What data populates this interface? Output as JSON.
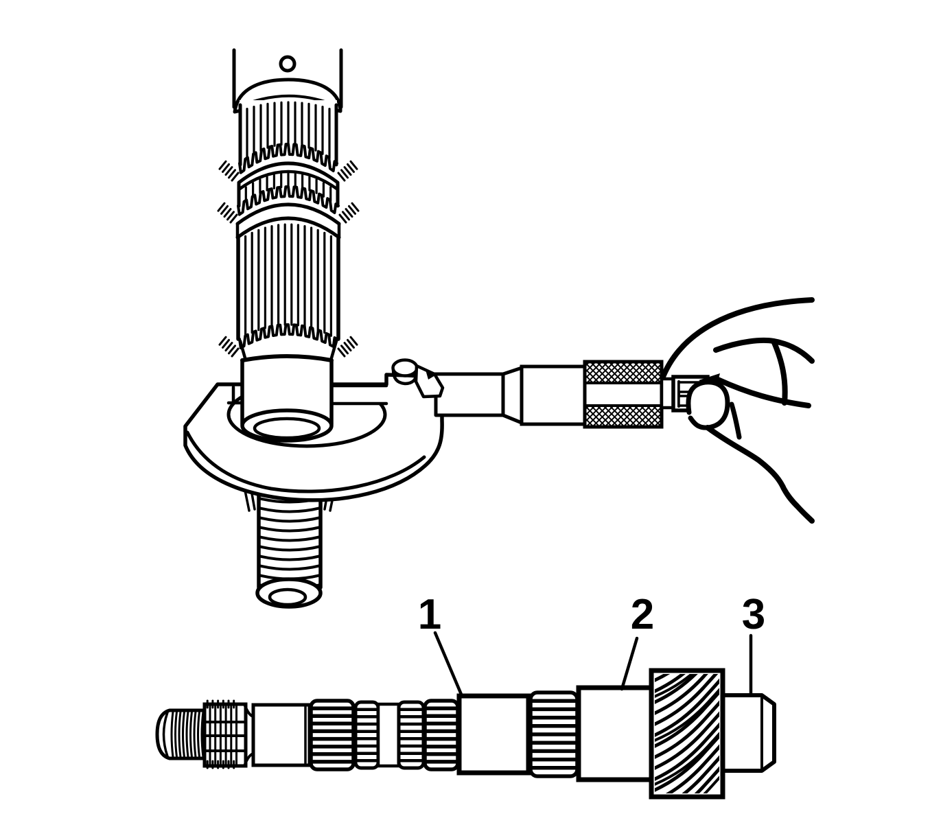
{
  "figure": {
    "kind": "service-manual-line-illustration",
    "callouts": [
      {
        "label": "1"
      },
      {
        "label": "2"
      },
      {
        "label": "3"
      }
    ],
    "parts": [
      "vertical-splined-shaft-in-micrometer",
      "micrometer-with-ratchet",
      "hand-holding-ratchet",
      "horizontal-output-shaft-with-helical-gear"
    ]
  },
  "colors": {
    "ink": "#000000",
    "paper": "#ffffff"
  }
}
